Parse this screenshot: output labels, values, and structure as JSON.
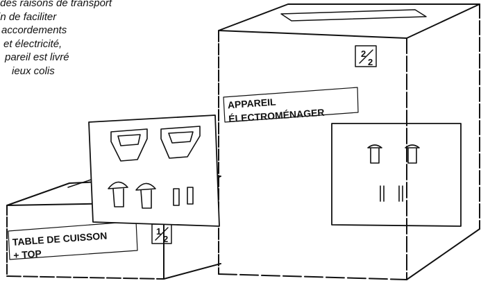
{
  "caption_lines": [
    "r des raisons de transport",
    "in de faciliter",
    "accordements",
    "et électricité,",
    "pareil est livré",
    "ieux colis"
  ],
  "appliance_box": {
    "label_line1": "APPAREIL",
    "label_line2": "ÉLECTROMÉNAGER",
    "fraction_numerator": "2",
    "fraction_denominator": "2"
  },
  "cooktop_box": {
    "label_line1": "TABLE DE CUISSON",
    "label_line2": "+ TOP",
    "fraction_numerator": "1",
    "fraction_denominator": "2"
  }
}
